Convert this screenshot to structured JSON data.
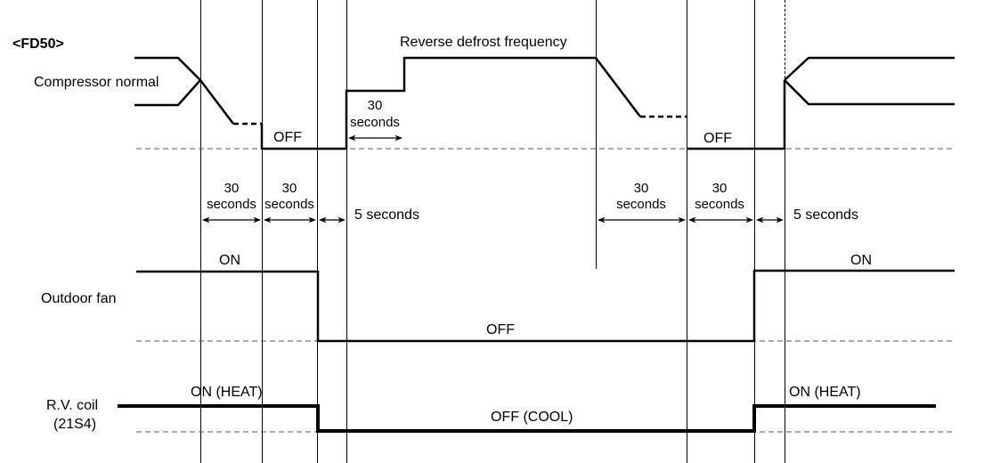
{
  "title": "<FD50>",
  "signals": {
    "compressor": {
      "name": "Compressor normal",
      "off_label": "OFF",
      "off_label_2": "OFF",
      "defrost_label": "Reverse defrost frequency",
      "step_duration": "30",
      "step_unit": "seconds"
    },
    "outdoor_fan": {
      "name": "Outdoor fan",
      "on_label": "ON",
      "off_label": "OFF",
      "on_label_2": "ON"
    },
    "rv_coil": {
      "name_line1": "R.V. coil",
      "name_line2": "(21S4)",
      "on_label": "ON (HEAT)",
      "off_label": "OFF (COOL)",
      "on_label_2": "ON (HEAT)"
    }
  },
  "intervals": [
    {
      "value": "30",
      "unit": "seconds"
    },
    {
      "value": "30",
      "unit": "seconds"
    },
    {
      "label": "5 seconds"
    },
    {
      "value": "30",
      "unit": "seconds"
    },
    {
      "value": "30",
      "unit": "seconds"
    },
    {
      "label": "5 seconds"
    }
  ],
  "colors": {
    "line": "#000000",
    "baseline": "#555555",
    "text": "#000000"
  }
}
